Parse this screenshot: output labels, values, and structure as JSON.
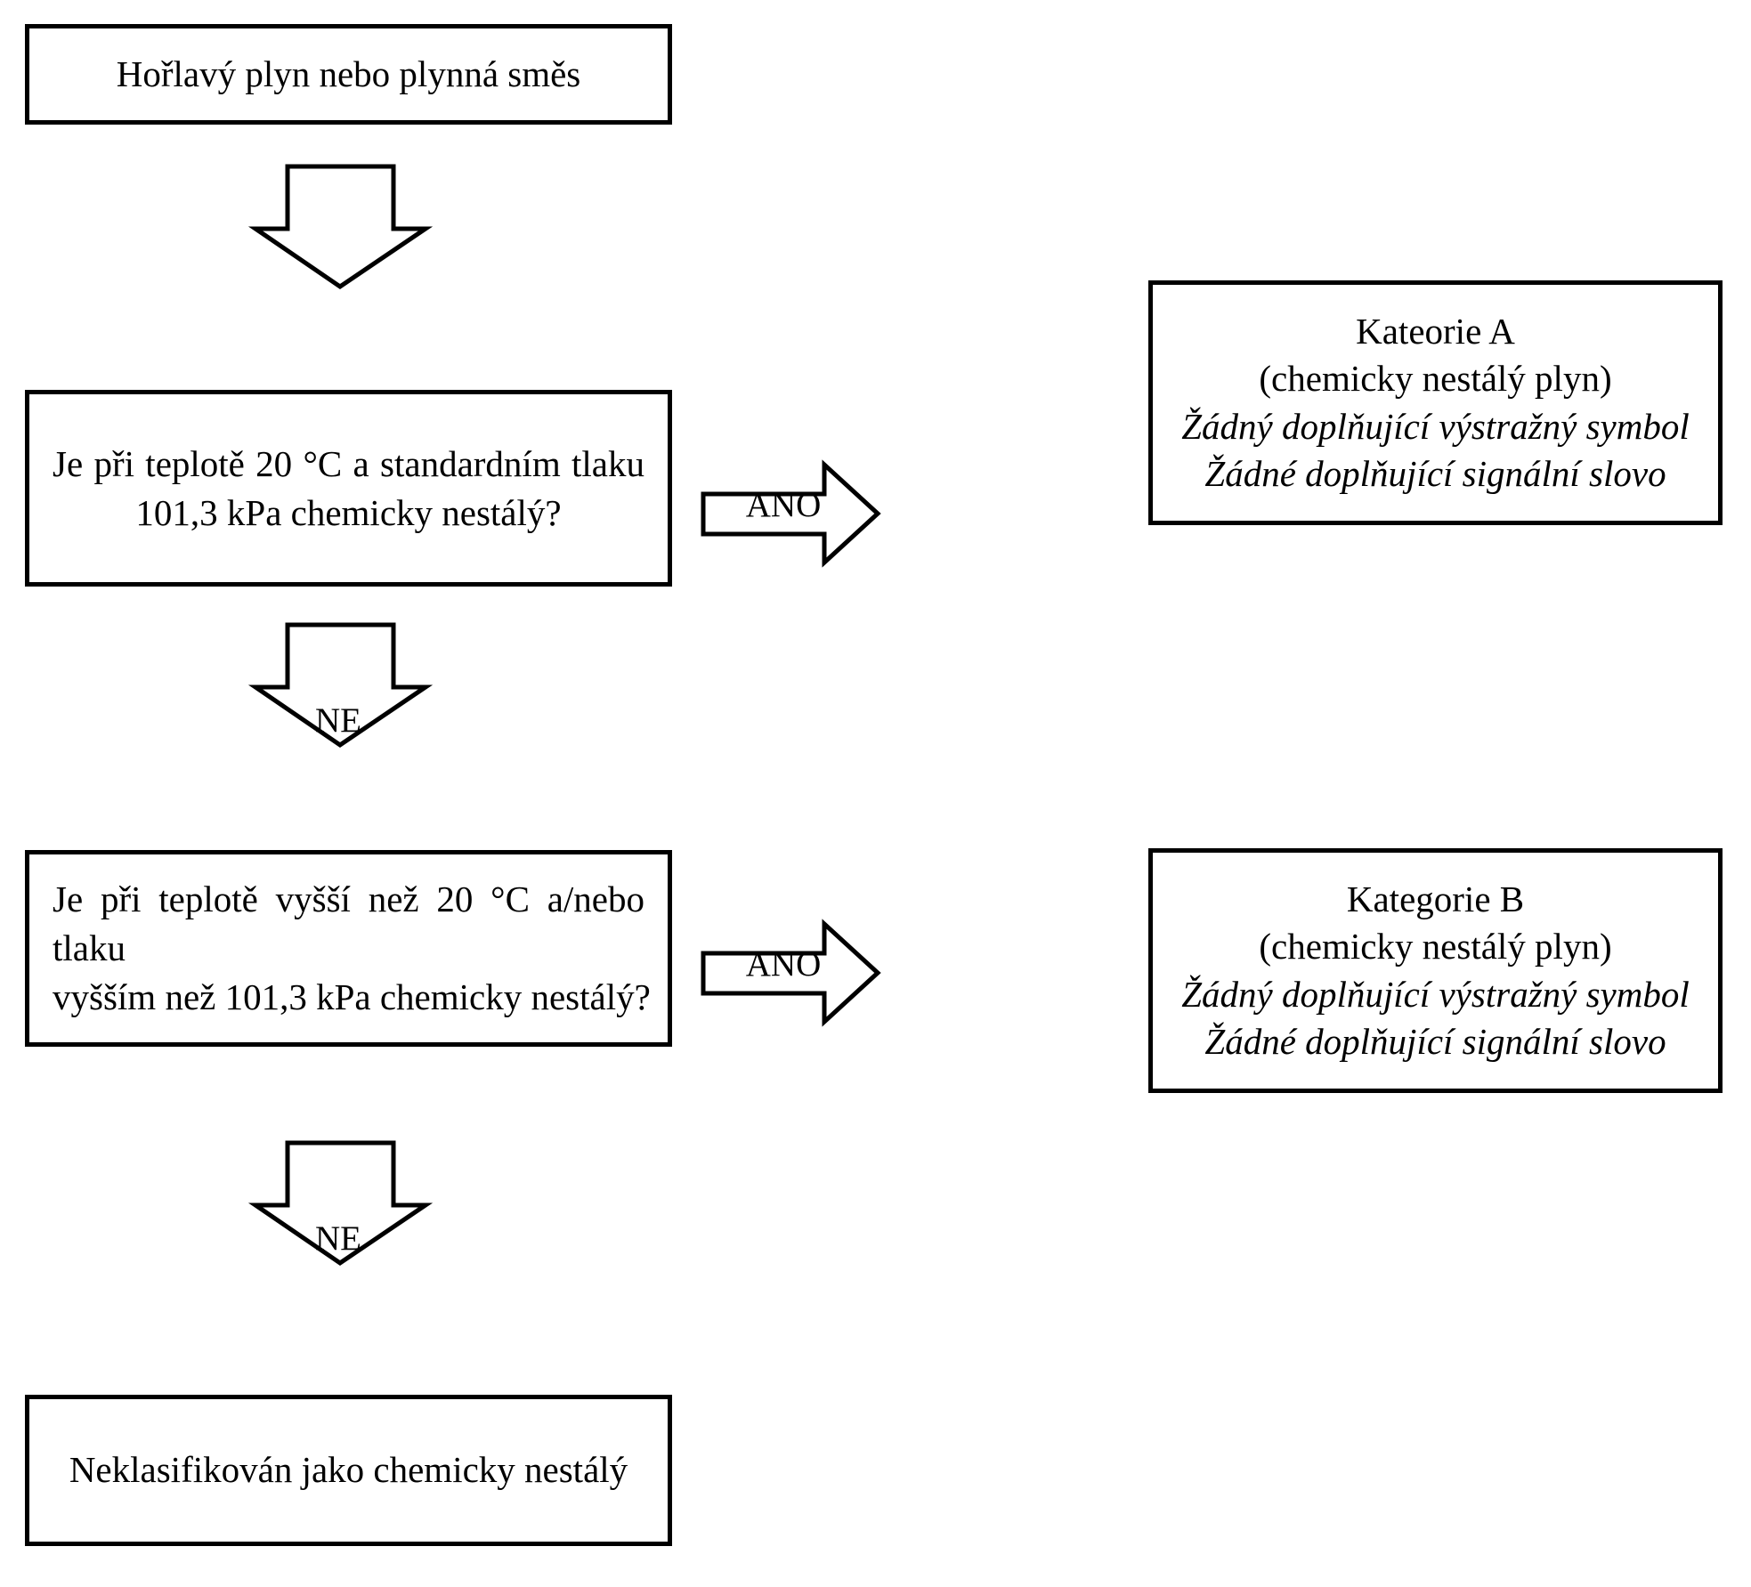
{
  "diagram": {
    "title": "Rozhodovaci logika pro chemicky nestale plyny",
    "language": "cs",
    "stroke_color": "#000000",
    "fill_color": "#ffffff",
    "nodes": {
      "start": {
        "label": "Hořlavý plyn nebo plynná směs"
      },
      "question_1": {
        "line_1": "Je při teplotě 20 °C a standardním tlaku",
        "line_2": "101,3 kPa chemicky nestálý?"
      },
      "question_2": {
        "line_1": "Je při teplotě vyšší než 20 °C a/nebo tlaku",
        "line_2": "vyšším než 101,3 kPa chemicky nestálý?"
      },
      "category_a": {
        "line_1": "Kateorie A",
        "line_2": "(chemicky nestálý plyn)",
        "line_3": "Žádný doplňující výstražný symbol",
        "line_4": "Žádné doplňující signální slovo"
      },
      "category_b": {
        "line_1": "Kategorie B",
        "line_2": "(chemicky nestálý plyn)",
        "line_3": "Žádný doplňující výstražný symbol",
        "line_4": "Žádné doplňující signální slovo"
      },
      "end": {
        "label": "Neklasifikován jako chemicky nestálý"
      }
    },
    "edges": {
      "start_to_q1": {
        "label": ""
      },
      "q1_to_category_a": {
        "label": "ANO"
      },
      "q1_to_q2": {
        "label": "NE"
      },
      "q2_to_category_b": {
        "label": "ANO"
      },
      "q2_to_end": {
        "label": "NE"
      }
    }
  }
}
